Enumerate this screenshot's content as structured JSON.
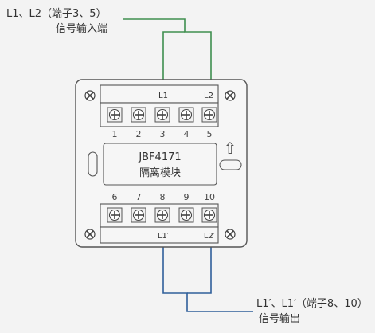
{
  "input_note": {
    "line1": "L1、L2（端子3、5）",
    "line2": "信号输入端"
  },
  "output_note": {
    "line1": "L1′、L1′（端子8、10）",
    "line2": "信号输出"
  },
  "module": {
    "model": "JBF4171",
    "name": "隔离模块",
    "arrow_glyph": "⇧"
  },
  "top_strip": {
    "labels": [
      "L1",
      "L2"
    ],
    "terminals": [
      "1",
      "2",
      "3",
      "4",
      "5"
    ]
  },
  "bottom_strip": {
    "labels": [
      "L1′",
      "L2′"
    ],
    "terminals": [
      "6",
      "7",
      "8",
      "9",
      "10"
    ]
  },
  "colors": {
    "input_wire": "#3f8f4f",
    "output_wire": "#2f5f9a",
    "outline": "#555555",
    "text": "#333333"
  }
}
